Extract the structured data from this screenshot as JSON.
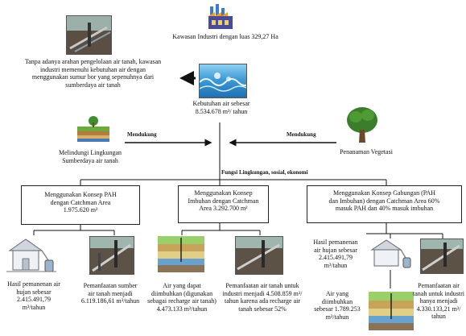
{
  "top": {
    "industrial_area": "Kawasan Industri dengan luas 329,27 Ha",
    "left_note": "Tanpa adanya arahan pengelolaan air tanah, kawasan industri memenuhi kebutuhan air dengan menggunakan sumur bor yang sepenuhnya dari sumberdaya air tanah",
    "water_need_line1": "Kebutuhan air sebesar",
    "water_need_line2": "8.534.678 m³/ tahun"
  },
  "middle": {
    "support_left": "Mendukung",
    "support_right": "Mendukung",
    "left_caption_line1": "Melindungi Lingkungan",
    "left_caption_line2": "Sumberdaya air tanah",
    "right_caption": "Penanaman Vegetasi",
    "functions": "Fungsi Lingkungan, sosial, ekonomi"
  },
  "concepts": [
    {
      "line1": "Menggunakan Konsep PAH",
      "line2": "dengan Catchman Area",
      "line3": "1.975.620 m²"
    },
    {
      "line1": "Menggunakan Konsep",
      "line2": "Imbuhan dengan Catchman",
      "line3": "Area 3.292.700 m²"
    },
    {
      "line1": "Menggunakan Konsep Gabungan (PAH",
      "line2": "dan Imbuhan) dengan Catchman Area 60%",
      "line3": "masuk PAH dan 40% masuk imbuhan"
    }
  ],
  "results": {
    "r1": [
      "Hasil pemanenan air",
      "hujan sebesar",
      "2.415.491,79",
      "m³/tahun"
    ],
    "r2": [
      "Pemanfaatan sumber",
      "air tanah menjadi",
      "6.119.186,61 m³/tahun"
    ],
    "r3": [
      "Air yang dapat",
      "diimbuhkan (digunakan",
      "sebagai recharge air tanah)",
      "4.473.133  m³/tahun"
    ],
    "r4": [
      "Pemanfaatan air tanah untuk",
      "industri menjadi 4.508.859 m³/",
      "tahun karena ada recharge air",
      "tanah sebesar 52%"
    ],
    "r5": [
      "Hasil pemanenan",
      "air hujan sebesar",
      "2.415.491,79",
      "m³/tahun"
    ],
    "r6": [
      "Air yang",
      "diimbuhkan",
      "sebesar 1.789.253",
      "m³/tahun"
    ],
    "r7": [
      "Pemanfaatan air",
      "tanah untuk industri",
      "hanya menjadi",
      "4.330.133,21 m³/",
      "tahun"
    ]
  },
  "icons": [
    "factory-icon",
    "tree-icon",
    "earth-layers-icon",
    "house-tank-icon",
    "pipe-photo",
    "water-photo"
  ]
}
